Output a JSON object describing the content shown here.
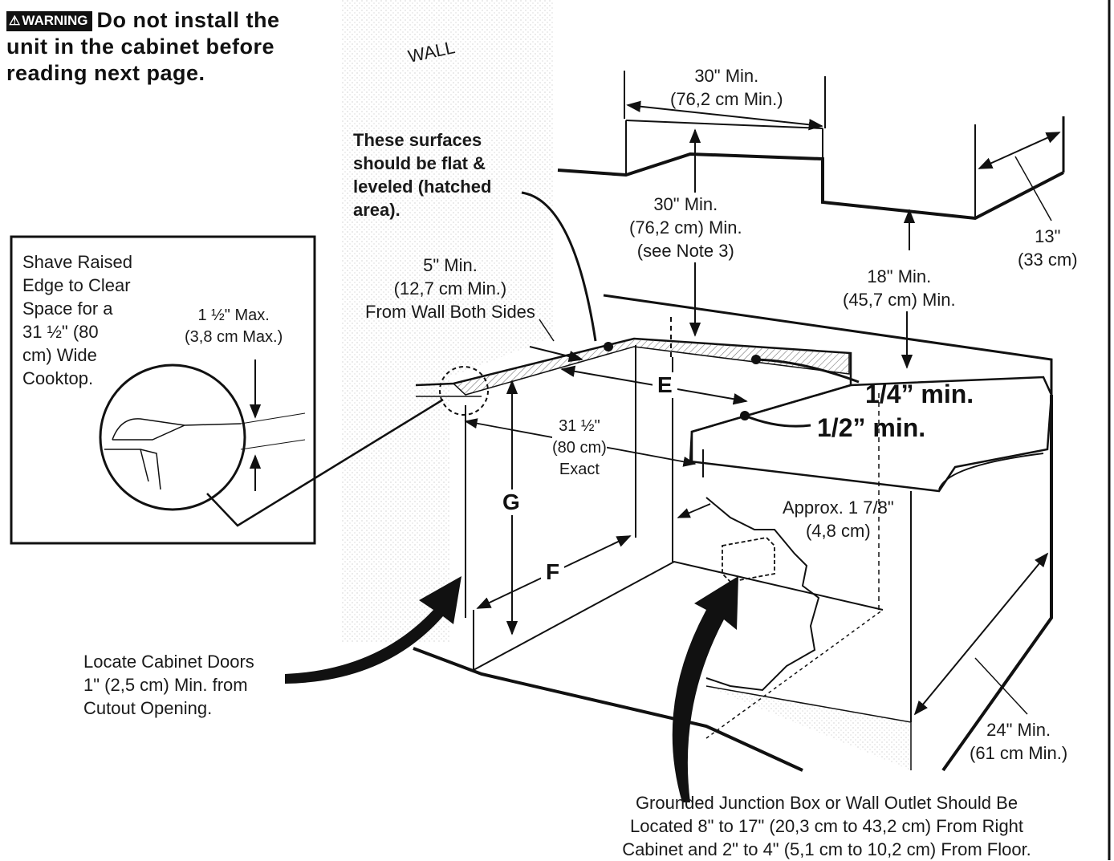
{
  "warning": {
    "badge": "WARNING",
    "line1": "Do not install the",
    "line2": "unit in the cabinet before",
    "line3": "reading next page."
  },
  "wall_label": "WALL",
  "surfaces_note": [
    "These surfaces",
    "should be flat &",
    "leveled (hatched",
    "area)."
  ],
  "inset_note": [
    "Shave Raised",
    "Edge to Clear",
    "Space for a",
    "31 ½\" (80",
    "cm) Wide",
    "Cooktop."
  ],
  "inset_dim": [
    "1 ½\" Max.",
    "(3,8 cm Max.)"
  ],
  "dim_5": [
    "5\" Min.",
    "(12,7 cm Min.)",
    "From Wall Both Sides"
  ],
  "dim_30_width": [
    "30\" Min.",
    "(76,2 cm Min.)"
  ],
  "dim_30_height": [
    "30\" Min.",
    "(76,2 cm) Min.",
    "(see Note 3)"
  ],
  "dim_18": [
    "18\" Min.",
    "(45,7 cm) Min."
  ],
  "dim_13": [
    "13\"",
    "(33 cm)"
  ],
  "dim_quarter": "1/4” min.",
  "dim_half": "1/2” min.",
  "dim_31": [
    "31 ½\"",
    "(80 cm)",
    "Exact"
  ],
  "dim_approx": [
    "Approx. 1 7/8\"",
    "(4,8 cm)"
  ],
  "dim_24": [
    "24\" Min.",
    "(61 cm Min.)"
  ],
  "letters": {
    "e": "E",
    "f": "F",
    "g": "G"
  },
  "doors_note": [
    "Locate Cabinet Doors",
    "1\" (2,5 cm) Min. from",
    "Cutout Opening."
  ],
  "junction_note": [
    "Grounded Junction Box or Wall Outlet Should Be",
    "Located 8\" to 17\" (20,3 cm to 43,2 cm) From Right",
    "Cabinet and 2\" to 4\" (5,1 cm to 10,2 cm) From Floor."
  ]
}
